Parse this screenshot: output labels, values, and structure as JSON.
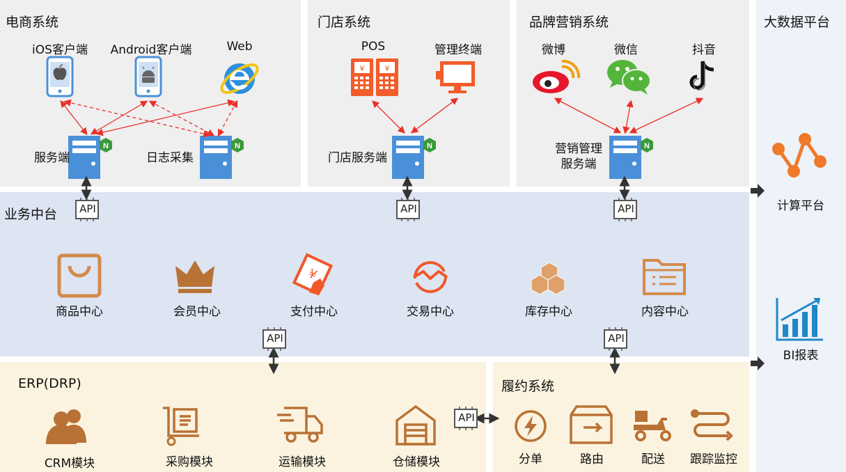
{
  "ecommerce": {
    "title": "电商系统",
    "clients": [
      "iOS客户端",
      "Android客户端",
      "Web"
    ],
    "servers": [
      "服务端",
      "日志采集"
    ]
  },
  "store": {
    "title": "门店系统",
    "clients": [
      "POS",
      "管理终端"
    ],
    "server": "门店服务端"
  },
  "brand": {
    "title": "品牌营销系统",
    "clients": [
      "微博",
      "微信",
      "抖音"
    ],
    "server": "营销管理\n服务端"
  },
  "bigdata": {
    "title": "大数据平台",
    "compute": "计算平台",
    "bi": "BI报表"
  },
  "middle": {
    "title": "业务中台",
    "centers": [
      "商品中心",
      "会员中心",
      "支付中心",
      "交易中心",
      "库存中心",
      "内容中心"
    ]
  },
  "api_label": "API",
  "erp": {
    "title": "ERP(DRP)",
    "modules": [
      "CRM模块",
      "采购模块",
      "运输模块",
      "仓储模块"
    ]
  },
  "fulfill": {
    "title": "履约系统",
    "modules": [
      "分单",
      "路由",
      "配送",
      "跟踪监控"
    ]
  },
  "colors": {
    "arrow_red": "#e8302a",
    "server_blue": "#4a90d9",
    "nginx_green": "#3a9a3a",
    "orange": "#d97b2b",
    "brown": "#c77a3a"
  }
}
